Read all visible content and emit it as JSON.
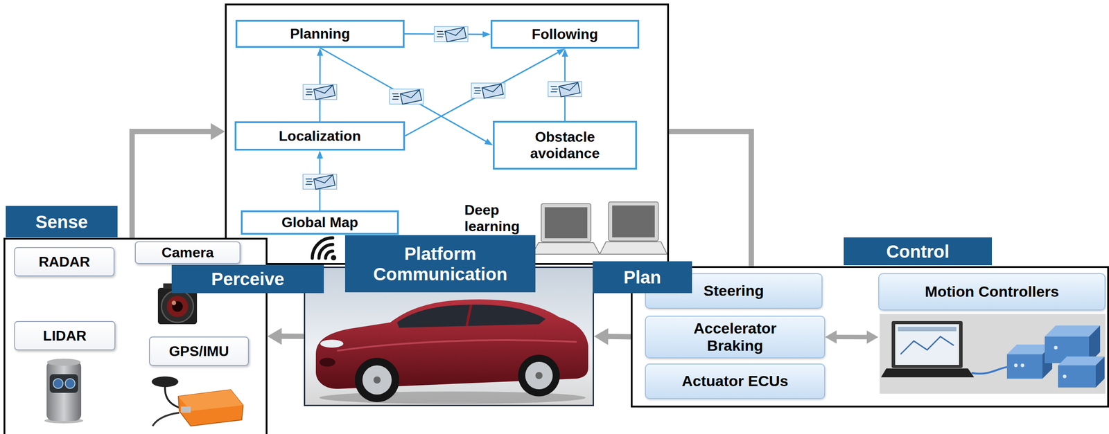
{
  "diagram": {
    "nodes": [
      {
        "text": [
          "Deep learning"
        ]
      },
      {
        "text": [
          "Planning"
        ],
        "in": 0
      },
      {
        "text": [
          "Following"
        ],
        "in": 0
      },
      {
        "text": [
          "Localization"
        ],
        "in": 0
      },
      {
        "text": [
          "Obstacle avoidance"
        ],
        "in": 0
      },
      {
        "text": [
          "Global Map"
        ],
        "in": 0
      },
      {
        "text": [
          "Sense"
        ]
      },
      {
        "text": [
          "RADAR"
        ],
        "in": 6
      },
      {
        "text": [
          "Camera"
        ],
        "in": 6
      },
      {
        "text": [
          "LIDAR"
        ],
        "in": 6
      },
      {
        "text": [
          "GPS/IMU"
        ],
        "in": 6
      },
      {
        "text": [
          "Perceive"
        ]
      },
      {
        "text": [
          "Platform Communication"
        ]
      },
      {
        "text": [
          "Plan"
        ]
      },
      {
        "text": [
          "Control"
        ]
      },
      {
        "text": [
          "Steering"
        ],
        "in": 14
      },
      {
        "text": [
          "Accelerator Braking"
        ],
        "in": 14
      },
      {
        "text": [
          "Actuator ECUs"
        ],
        "in": 14
      },
      {
        "text": [
          "Motion Controllers"
        ],
        "in": 14
      }
    ],
    "edges": [
      {
        "from": 1,
        "to": 2,
        "arrow": "to"
      },
      {
        "from": 3,
        "to": 1,
        "arrow": "to"
      },
      {
        "from": 5,
        "to": 3,
        "arrow": "to"
      },
      {
        "from": 1,
        "to": 4,
        "arrow": "to"
      },
      {
        "from": 3,
        "to": 2,
        "arrow": "to"
      },
      {
        "from": 4,
        "to": 2,
        "arrow": "to"
      },
      {
        "from": 6,
        "to": 0,
        "arrow": "to"
      },
      {
        "from": 0,
        "to": 14,
        "arrow": "none"
      },
      {
        "from": 14,
        "to": 12,
        "arrow": "to"
      },
      {
        "from": 12,
        "to": 6,
        "arrow": "to"
      },
      {
        "from": 16,
        "to": 18,
        "arrow": "both"
      }
    ]
  }
}
